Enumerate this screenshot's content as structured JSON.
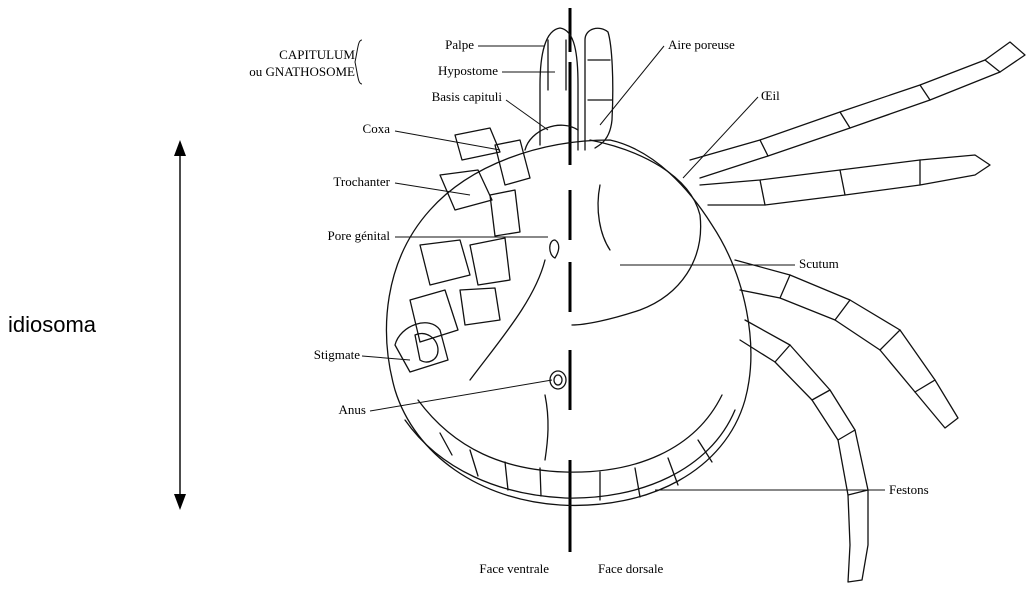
{
  "side_label": "idiosoma",
  "labels": {
    "capitulum": "CAPITULUM",
    "gnathosome": "ou GNATHOSOME",
    "palpe": "Palpe",
    "hypostome": "Hypostome",
    "basis": "Basis capituli",
    "coxa": "Coxa",
    "trochanter": "Trochanter",
    "pore": "Pore génital",
    "stigmate": "Stigmate",
    "anus": "Anus",
    "aire": "Aire poreuse",
    "oeil": "Œil",
    "scutum": "Scutum",
    "festons": "Festons",
    "ventrale": "Face ventrale",
    "dorsale": "Face dorsale"
  }
}
